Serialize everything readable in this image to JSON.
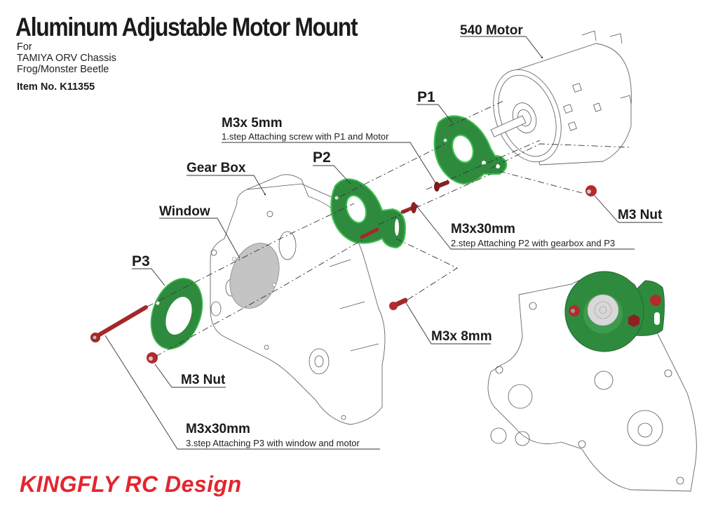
{
  "header": {
    "title": "Aluminum Adjustable Motor Mount",
    "for_label": "For",
    "chassis": "TAMIYA ORV Chassis",
    "models": "Frog/Monster Beetle",
    "item_number": "Item No. K11355"
  },
  "parts": {
    "motor": "540 Motor",
    "p1": "P1",
    "p2": "P2",
    "p3": "P3",
    "gearbox": "Gear Box",
    "window": "Window",
    "nut_right": "M3 Nut",
    "nut_left": "M3 Nut",
    "screw_8mm": "M3x 8mm"
  },
  "steps": [
    {
      "screw": "M3x 5mm",
      "text": "1.step Attaching screw with P1 and Motor"
    },
    {
      "screw": "M3x30mm",
      "text": "2.step Attaching P2 with gearbox and P3"
    },
    {
      "screw": "M3x30mm",
      "text": "3.step Attaching P3 with window and motor"
    }
  ],
  "colors": {
    "plate_green": "#2e8b3e",
    "plate_edge": "#43c152",
    "hardware_red": "#a3282a",
    "window_gray": "#bcbcbc",
    "brand_red": "#e3262f"
  },
  "footer": {
    "brand": "KINGFLY RC Design"
  }
}
